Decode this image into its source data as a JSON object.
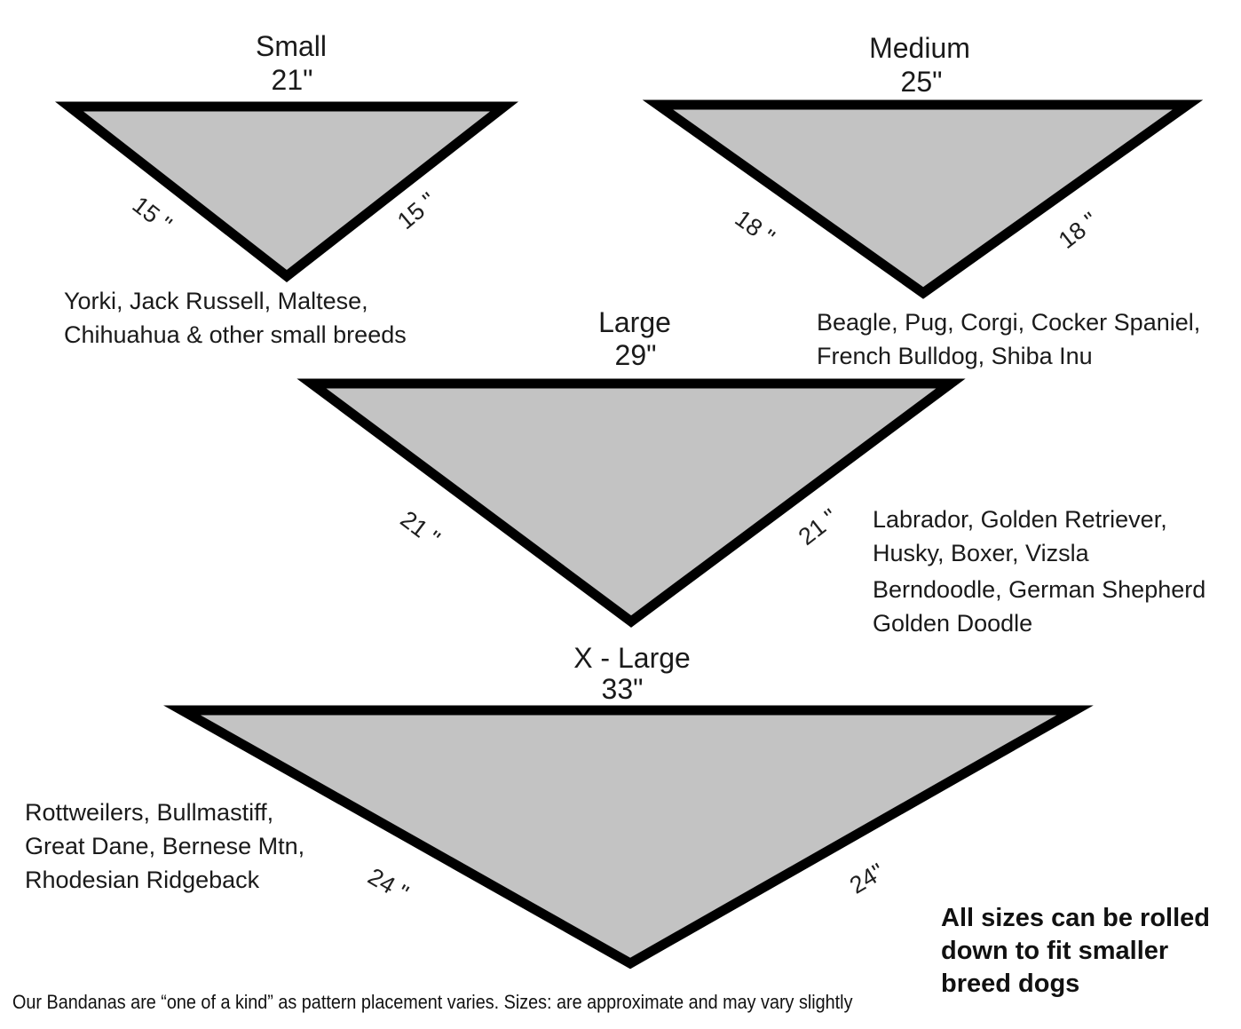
{
  "colors": {
    "triangle_fill": "#c3c3c3",
    "triangle_outline": "#000000"
  },
  "sizes": [
    {
      "name": "Small",
      "neck_width": "21\"",
      "side_left": "15 \"",
      "side_right": "15 \"",
      "breeds": [
        "Yorki, Jack Russell, Maltese,",
        "Chihuahua & other small breeds"
      ]
    },
    {
      "name": "Medium",
      "neck_width": "25\"",
      "side_left": "18 \"",
      "side_right": "18 \"",
      "breeds": [
        "Beagle, Pug, Corgi, Cocker Spaniel,",
        "French Bulldog, Shiba Inu"
      ]
    },
    {
      "name": "Large",
      "neck_width": "29\"",
      "side_left": "21 \"",
      "side_right": "21 \"",
      "breeds": [
        "Labrador, Golden Retriever,",
        "Husky, Boxer, Vizsla",
        "Berndoodle, German Shepherd",
        "Golden Doodle"
      ]
    },
    {
      "name": "X - Large",
      "neck_width": "33\"",
      "side_left": "24 \"",
      "side_right": "24\"",
      "breeds": [
        "Rottweilers, Bullmastiff,",
        "Great Dane, Bernese Mtn,",
        "Rhodesian Ridgeback"
      ]
    }
  ],
  "notes": {
    "rolled_line1": "All sizes can be rolled",
    "rolled_line2": "down to fit smaller",
    "rolled_line3": "breed dogs",
    "footer": "Our Bandanas are “one of a kind” as pattern placement varies. Sizes: are approximate and may vary slightly"
  }
}
